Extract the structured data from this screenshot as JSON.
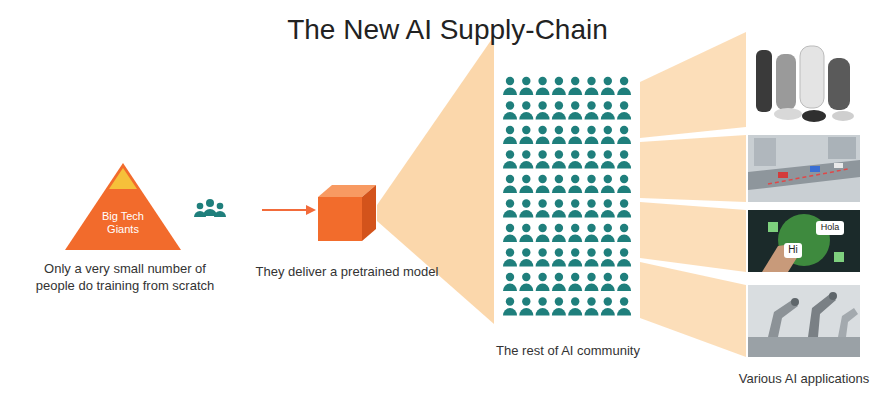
{
  "diagram": {
    "title": "The New AI Supply-Chain",
    "nodes": [
      {
        "text": [
          "Big Tech Giants",
          "Only a very small number of people do training from scratch"
        ]
      },
      {
        "text": [
          "They deliver a pretrained model"
        ]
      },
      {
        "text": [
          "The rest of AI community"
        ]
      },
      {
        "text": [
          "Various AI applications"
        ]
      }
    ],
    "edges": [
      {
        "from": 0,
        "to": 1,
        "arrow": "to"
      },
      {
        "from": 1,
        "to": 2,
        "arrow": "none"
      },
      {
        "from": 2,
        "to": 3,
        "arrow": "none"
      }
    ],
    "labels": [
      "Hola",
      "Hi"
    ]
  }
}
